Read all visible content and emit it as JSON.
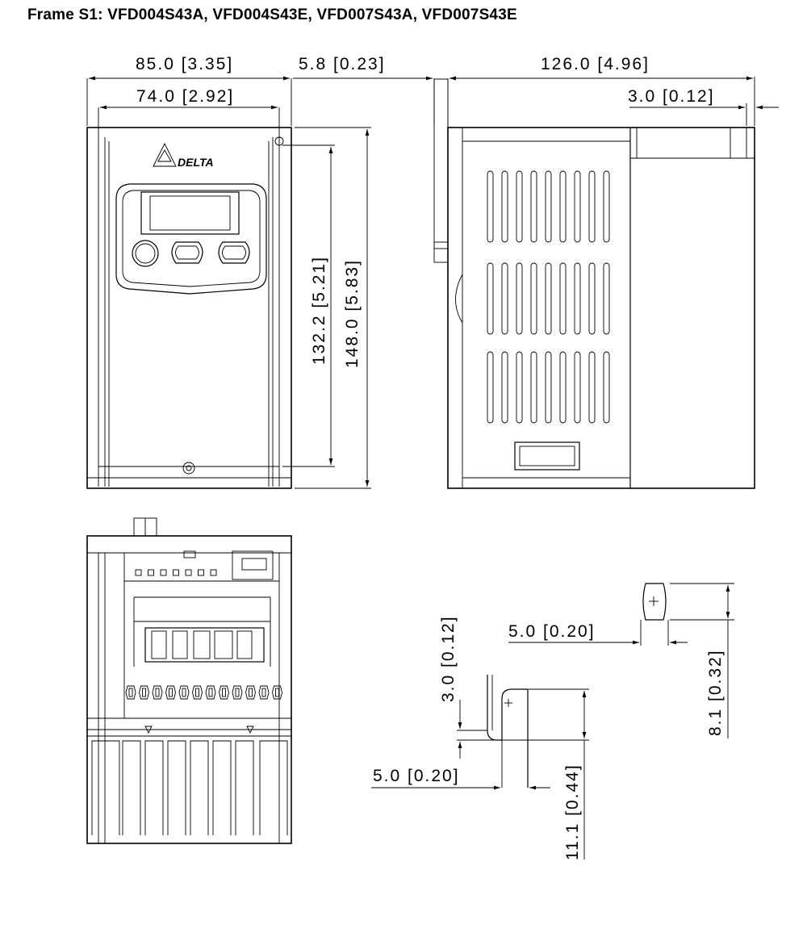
{
  "title": "Frame S1: VFD004S43A, VFD004S43E, VFD007S43A, VFD007S43E",
  "brand_logo_text": "DELTA",
  "dimensions": {
    "front_width": "85.0 [3.35]",
    "front_inner_width": "74.0 [2.92]",
    "front_offset": "5.8 [0.23]",
    "side_depth": "126.0 [4.96]",
    "side_lip": "3.0 [0.12]",
    "mount_height": "132.2 [5.21]",
    "total_height": "148.0 [5.83]",
    "bracket_a_thickness": "3.0 [0.12]",
    "bracket_a_width": "5.0 [0.20]",
    "bracket_a_height": "11.1 [0.44]",
    "bracket_b_width": "5.0 [0.20]",
    "bracket_b_height": "8.1 [0.32]"
  }
}
